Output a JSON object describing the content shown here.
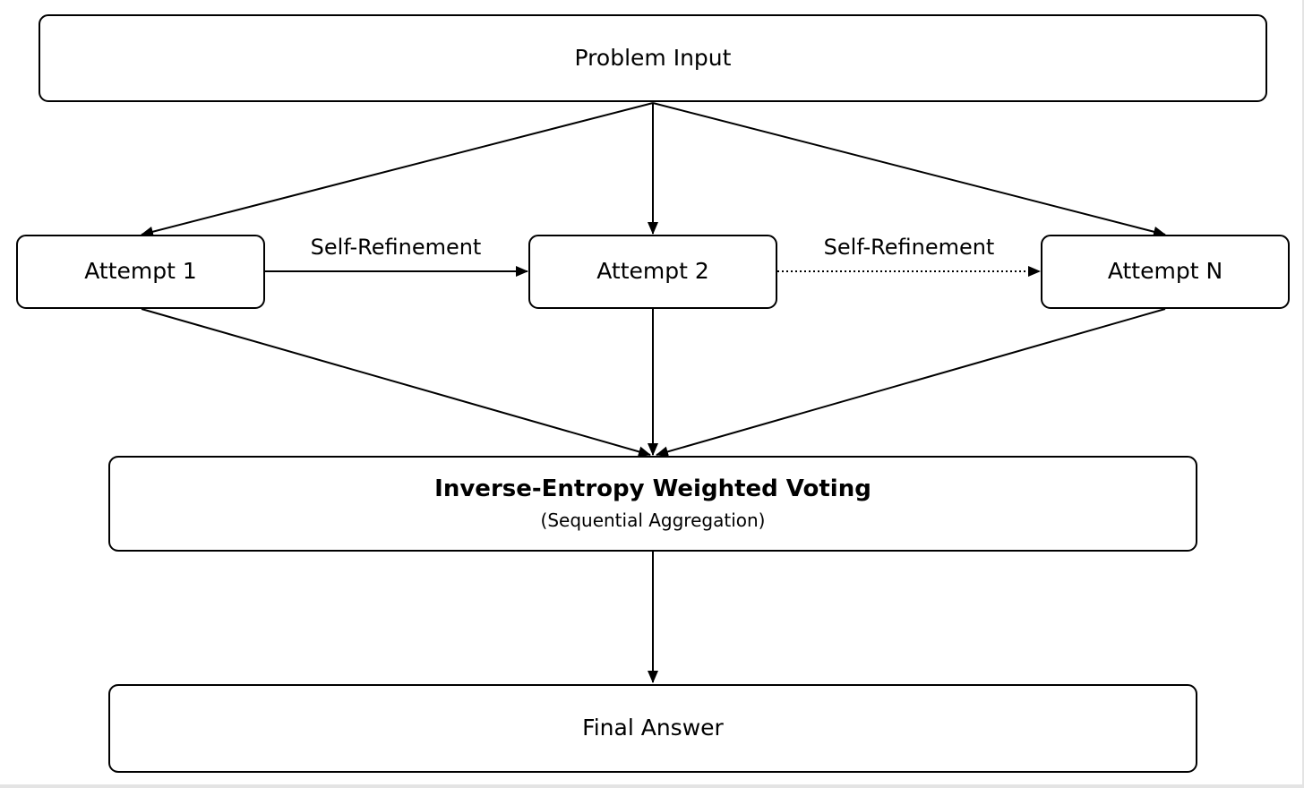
{
  "diagram": {
    "nodes": {
      "problem_input": "Problem Input",
      "attempt_1": "Attempt 1",
      "attempt_2": "Attempt 2",
      "attempt_n": "Attempt N",
      "voting": {
        "title": "Inverse-Entropy Weighted Voting",
        "subtitle": "(Sequential Aggregation)"
      },
      "final_answer": "Final Answer"
    },
    "edges": [
      {
        "from": "problem_input",
        "to": "attempt_1",
        "style": "solid",
        "label": ""
      },
      {
        "from": "problem_input",
        "to": "attempt_2",
        "style": "solid",
        "label": ""
      },
      {
        "from": "problem_input",
        "to": "attempt_n",
        "style": "solid",
        "label": ""
      },
      {
        "from": "attempt_1",
        "to": "attempt_2",
        "style": "solid",
        "label": "Self-Refinement"
      },
      {
        "from": "attempt_2",
        "to": "attempt_n",
        "style": "dotted",
        "label": "Self-Refinement"
      },
      {
        "from": "attempt_1",
        "to": "voting",
        "style": "solid",
        "label": ""
      },
      {
        "from": "attempt_2",
        "to": "voting",
        "style": "solid",
        "label": ""
      },
      {
        "from": "attempt_n",
        "to": "voting",
        "style": "solid",
        "label": ""
      },
      {
        "from": "voting",
        "to": "final_answer",
        "style": "solid",
        "label": ""
      }
    ],
    "colors": {
      "stroke": "#000000",
      "background": "#ffffff"
    }
  }
}
